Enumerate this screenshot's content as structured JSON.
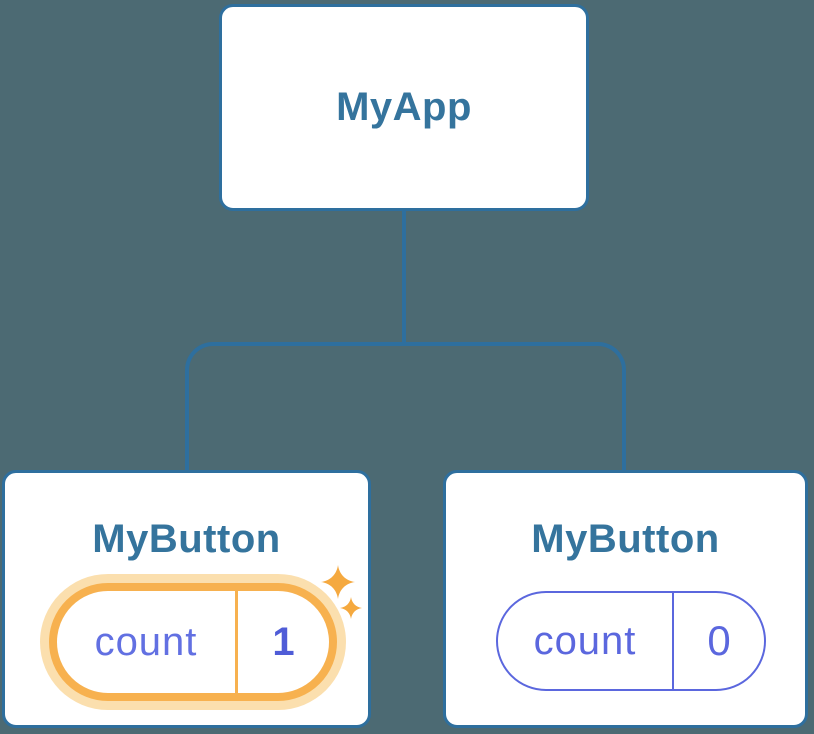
{
  "colors": {
    "background": "#4C6A73",
    "node_fill": "#FFFFFF",
    "node_border": "#2E6F9E",
    "connector": "#2E6F9E",
    "node_label": "#35749D",
    "state_indigo": "#5B67DE",
    "state_key_indigo": "#6270E2",
    "state_value_indigo": "#4F5CD7",
    "highlight_stroke": "#F7B14F",
    "highlight_halo": "#FBDFAE",
    "sparkle": "#F5A93F"
  },
  "tree": {
    "root": {
      "label": "MyApp"
    },
    "children": [
      {
        "label": "MyButton",
        "state": {
          "key": "count",
          "value": "1"
        },
        "highlighted": true
      },
      {
        "label": "MyButton",
        "state": {
          "key": "count",
          "value": "0"
        },
        "highlighted": false
      }
    ]
  },
  "icons": {
    "sparkle": "four-point-star"
  }
}
